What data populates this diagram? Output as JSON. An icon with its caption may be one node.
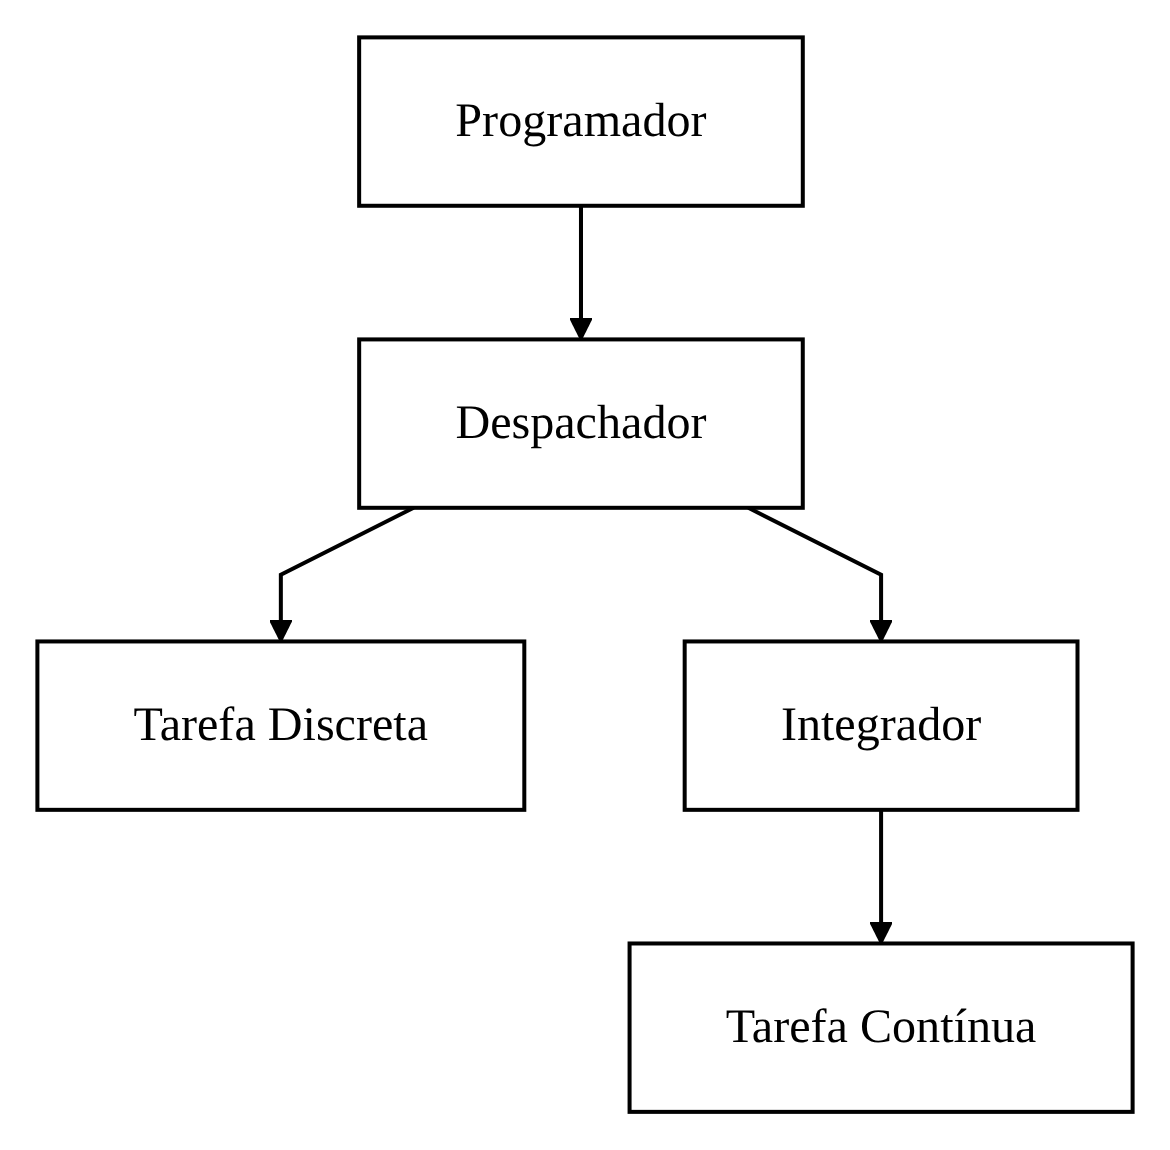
{
  "diagram": {
    "nodes": [
      {
        "text": [
          "Programador"
        ]
      },
      {
        "text": [
          "Despachador"
        ]
      },
      {
        "text": [
          "Tarefa Discreta"
        ]
      },
      {
        "text": [
          "Integrador"
        ]
      },
      {
        "text": [
          "Tarefa Contínua"
        ]
      }
    ],
    "edges": [
      {
        "from": 0,
        "to": 1,
        "arrow": "to"
      },
      {
        "from": 1,
        "to": 2,
        "arrow": "to"
      },
      {
        "from": 1,
        "to": 3,
        "arrow": "to"
      },
      {
        "from": 3,
        "to": 4,
        "arrow": "to"
      }
    ]
  }
}
